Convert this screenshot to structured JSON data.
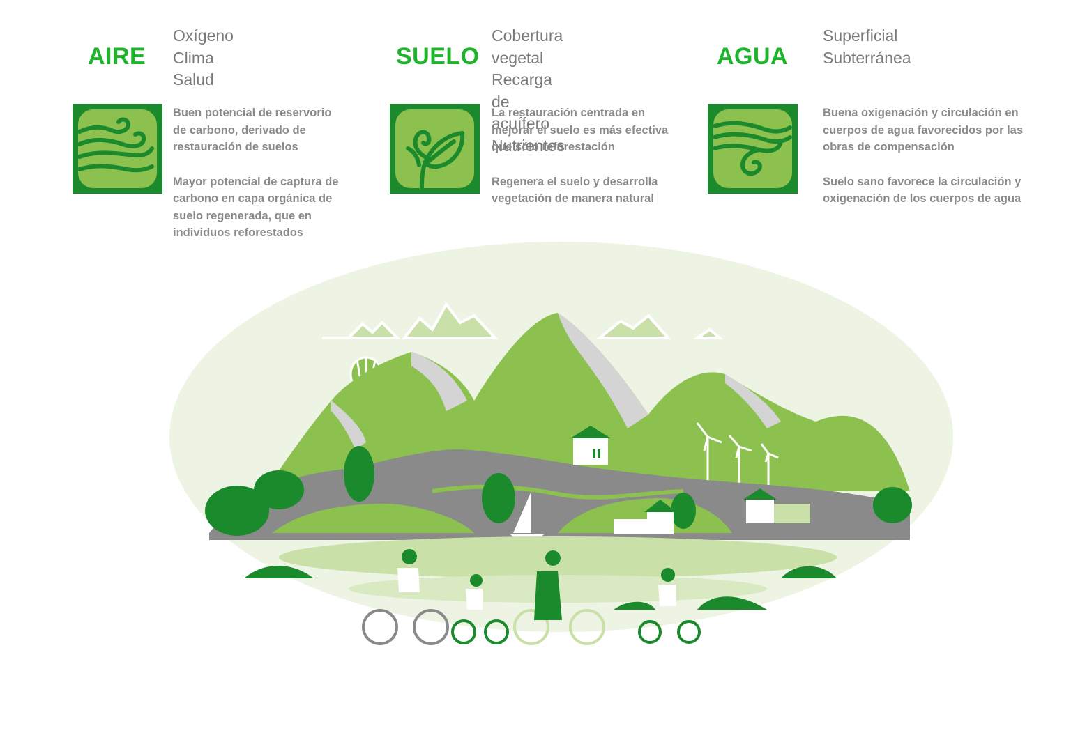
{
  "sections": {
    "aire": {
      "title": "AIRE",
      "icon": "wind-icon",
      "topics": [
        "Oxígeno",
        "Clima",
        "Salud"
      ],
      "paragraphs": [
        "Buen potencial de reservorio de carbono, derivado de restauración de suelos",
        "Mayor potencial de captura de carbono en capa orgánica de suelo regenerada, que en individuos reforestados"
      ]
    },
    "suelo": {
      "title": "SUELO",
      "icon": "sprout-icon",
      "topics": [
        "Cobertura vegetal",
        "Recarga de acuífero",
        "Nutrientes"
      ],
      "paragraphs": [
        "La restauración centrada en mejorar el suelo es más efectiva que sólo reforestación",
        "Regenera el suelo y desarrolla vegetación de manera natural"
      ]
    },
    "agua": {
      "title": "AGUA",
      "icon": "water-wave-icon",
      "topics": [
        "Superficial",
        "Subterránea"
      ],
      "paragraphs": [
        "Buena oxigenación y circulación en cuerpos de agua favorecidos por las obras de compensación",
        "Suelo sano favorece la circulación y oxigenación de los cuerpos de agua"
      ]
    }
  },
  "colors": {
    "accent_green": "#1db32b",
    "tile_dark": "#1a8a2c",
    "tile_light": "#8cc150",
    "text_gray": "#7a7a7a"
  }
}
